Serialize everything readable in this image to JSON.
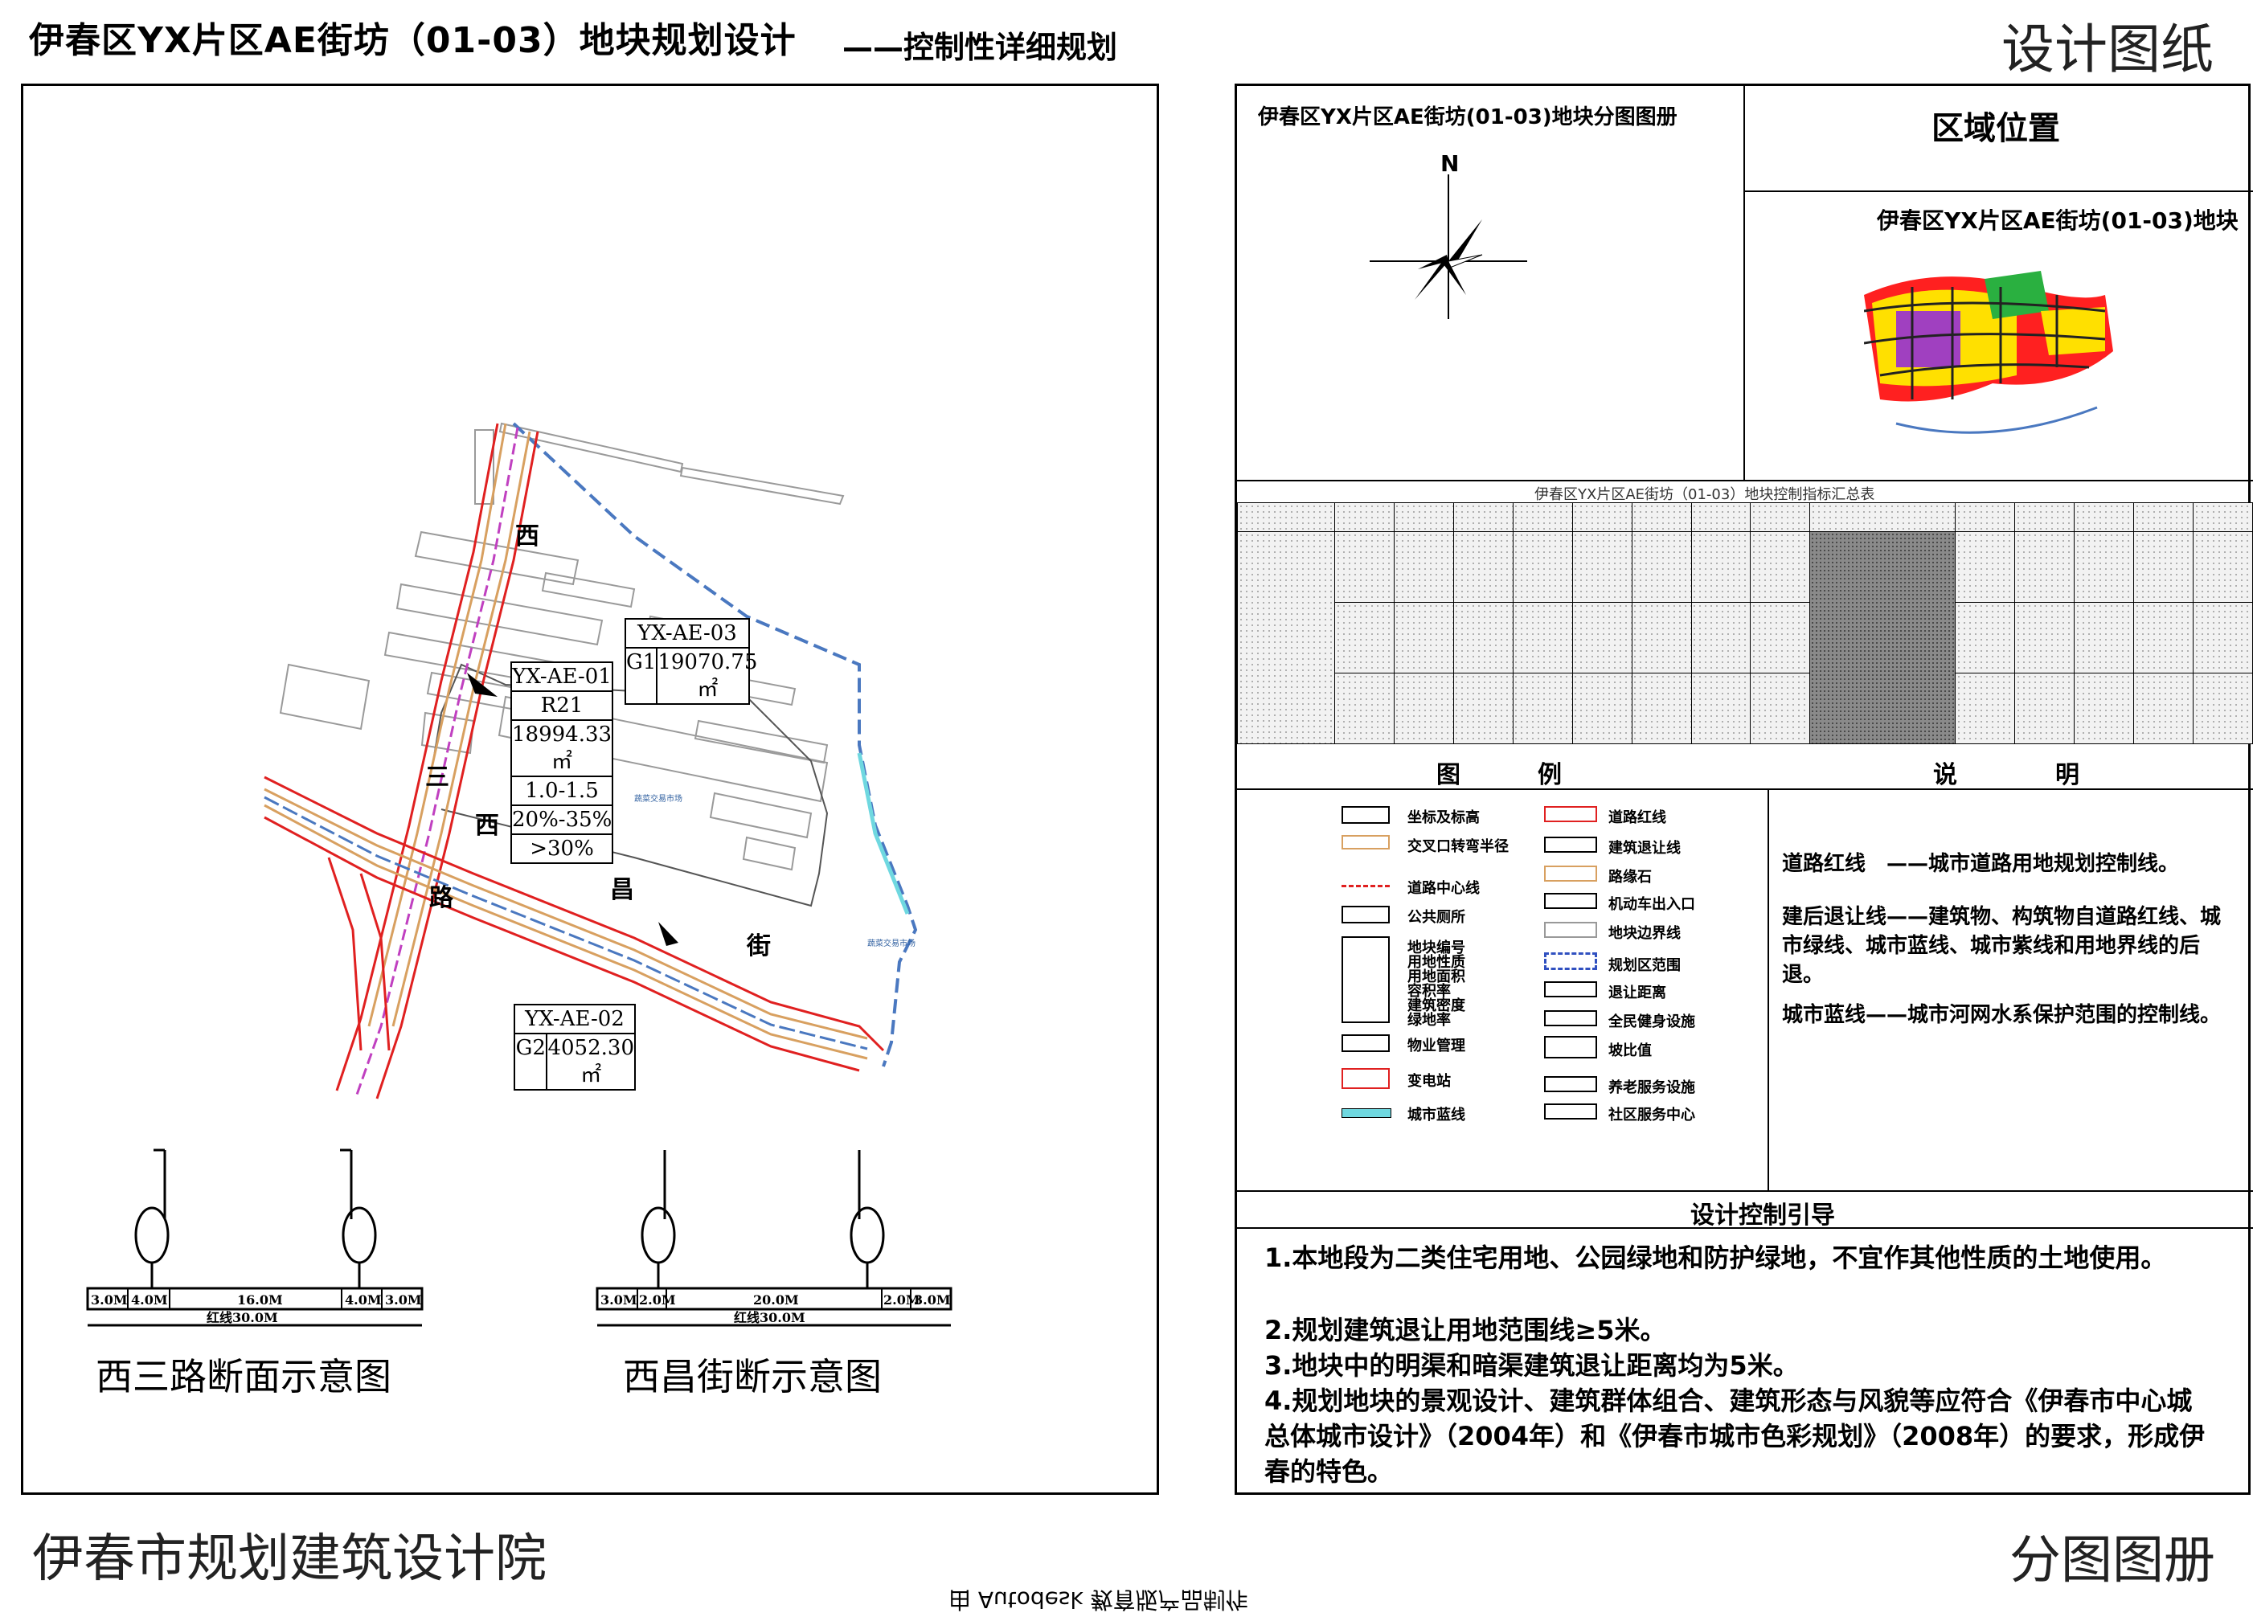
{
  "header": {
    "title": "伊春区YX片区AE街坊（01-03）地块规划设计",
    "subtitle": "——控制性详细规划",
    "right_label": "设计图纸"
  },
  "footer": {
    "institute": "伊春市规划建筑设计院",
    "right_label": "分图图册",
    "mirrored_note": "由 Autodesk 教育版产品制作"
  },
  "plan": {
    "parcel_01": {
      "code": "YX-AE-01",
      "use": "R21",
      "area": "18994.33㎡",
      "far": "1.0-1.5",
      "density": "20%-35%",
      "green": ">30%"
    },
    "parcel_02": {
      "code": "YX-AE-02",
      "use": "G2",
      "area": "4052.30㎡"
    },
    "parcel_03": {
      "code": "YX-AE-03",
      "use": "G1",
      "area": "19070.75㎡"
    },
    "street_labels": {
      "xisan_1": "西",
      "xisan_2": "三",
      "xisan_3": "路",
      "xichang_1": "西",
      "xichang_2": "昌",
      "xichang_3": "街"
    },
    "market_label": "蔬菜交易市场"
  },
  "sections": {
    "left": {
      "caption": "西三路断面示意图",
      "widths": [
        "3.0M",
        "4.0M",
        "16.0M",
        "4.0M",
        "3.0M"
      ],
      "red_line": "红线30.0M"
    },
    "right": {
      "caption": "西昌街断示意图",
      "widths": [
        "3.0M",
        "2.0M",
        "20.0M",
        "2.0M",
        "3.0M"
      ],
      "red_line": "红线30.0M"
    }
  },
  "sheet": {
    "atlas_title": "伊春区YX片区AE街坊(01-03)地块分图图册",
    "north": "N",
    "location_title": "区域位置",
    "location_sub": "伊春区YX片区AE街坊(01-03)地块",
    "table_title": "伊春区YX片区AE街坊（01-03）地块控制指标汇总表",
    "legend_title_1": "图",
    "legend_title_2": "例",
    "notes_title_1": "说",
    "notes_title_2": "明",
    "legend": {
      "left": [
        "坐标及标高",
        "交叉口转弯半径",
        "道路中心线",
        "公共厕所",
        "地块编号",
        "用地性质",
        "用地面积",
        "容积率",
        "建筑密度",
        "绿地率",
        "物业管理",
        "变电站",
        "城市蓝线"
      ],
      "right": [
        "道路红线",
        "建筑退让线",
        "路缘石",
        "机动车出入口",
        "地块边界线",
        "规划区范围",
        "退让距离",
        "全民健身设施",
        "坡比值",
        "养老服务设施",
        "社区服务中心"
      ]
    },
    "notes": [
      "道路红线　——城市道路用地规划控制线。",
      "建后退让线——建筑物、构筑物自道路红线、城市绿线、城市蓝线、城市紫线和用地界线的后退。",
      "城市蓝线——城市河网水系保护范围的控制线。"
    ],
    "guide_title": "设计控制引导",
    "guide": [
      "1.本地段为二类住宅用地、公园绿地和防护绿地，不宜作其他性质的土地使用。",
      "2.规划建筑退让用地范围线≥5米。",
      "3.地块中的明渠和暗渠建筑退让距离均为5米。",
      "4.规划地块的景观设计、建筑群体组合、建筑形态与风貌等应符合《伊春市中心城总体城市设计》（2004年）和《伊春市城市色彩规划》（2008年）的要求，形成伊春的特色。"
    ]
  },
  "colors": {
    "road_red": "#e02020",
    "blue_line": "#4a78c0",
    "cyan_line": "#6fd8e0",
    "road_orange": "#d8a060"
  }
}
